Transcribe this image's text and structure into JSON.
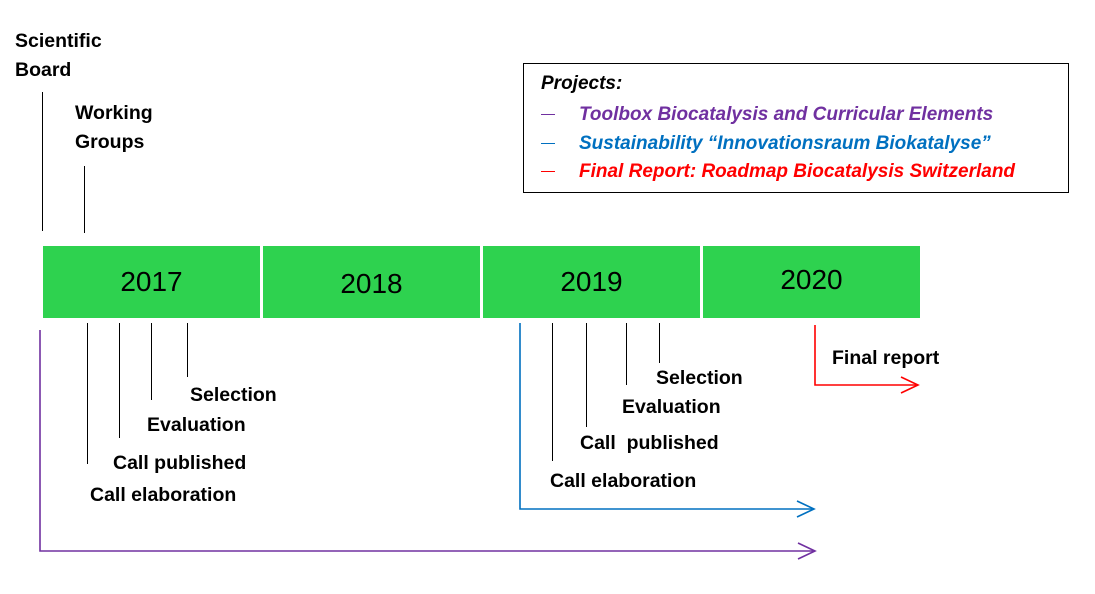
{
  "top_labels": {
    "scientific_board": [
      "Scientific",
      "Board"
    ],
    "working_groups": [
      "Working",
      "Groups"
    ]
  },
  "legend": {
    "title": "Projects:",
    "items": [
      {
        "label": "Toolbox Biocatalysis and Curricular Elements",
        "color": "#7030a0"
      },
      {
        "label": "Sustainability “Innovationsraum Biokatalyse”",
        "color": "#0070c0"
      },
      {
        "label": "Final Report: Roadmap Biocatalysis Switzerland",
        "color": "#ff0000"
      }
    ]
  },
  "years": [
    "2017",
    "2018",
    "2019",
    "2020"
  ],
  "bar_color": "#2ed24f",
  "phase_2017": {
    "selection": "Selection",
    "evaluation": "Evaluation",
    "call_published": "Call published",
    "call_elaboration": "Call elaboration"
  },
  "phase_2019": {
    "selection": "Selection",
    "evaluation": "Evaluation",
    "call_published": "Call  published",
    "call_elaboration": "Call elaboration"
  },
  "final_report": "Final report"
}
